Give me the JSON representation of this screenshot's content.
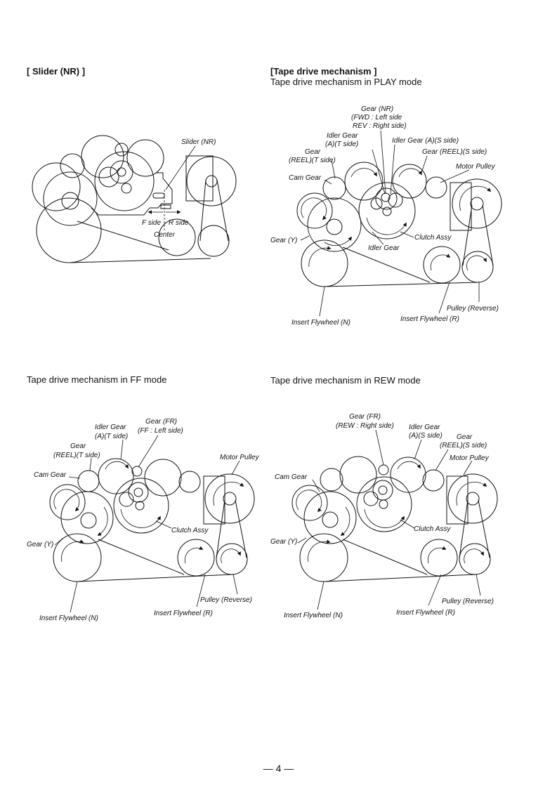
{
  "headings": {
    "slider": "[ Slider (NR) ]",
    "tape_drive": "[Tape drive mechanism ]"
  },
  "captions": {
    "play": "Tape drive mechanism in PLAY mode",
    "ff": "Tape drive mechanism in FF mode",
    "rew": "Tape drive mechanism in REW mode"
  },
  "slider_labels": {
    "slider_nr": "Slider (NR)",
    "f_side": "F side",
    "r_side": "R side",
    "center": "Center"
  },
  "play_labels": {
    "gear_nr_1": "Gear (NR)",
    "gear_nr_2": "(FWD : Left side",
    "gear_nr_3": "REV : Right side)",
    "idler_t_1": "Idler Gear",
    "idler_t_2": "(A)(T side)",
    "idler_s": "Idler Gear (A)(S side)",
    "gear_reel_t_1": "Gear",
    "gear_reel_t_2": "(REEL)(T side)",
    "gear_reel_s": "Gear (REEL)(S side)",
    "motor_pulley": "Motor Pulley",
    "cam_gear": "Cam Gear",
    "gear_y": "Gear (Y)",
    "clutch_assy": "Clutch Assy",
    "idler_gear": "Idler Gear",
    "pulley_reverse": "Pulley (Reverse)",
    "insert_flywheel_r": "Insert Flywheel (R)",
    "insert_flywheel_n": "Insert Flywheel (N)"
  },
  "ff_labels": {
    "gear_fr_1": "Gear (FR)",
    "gear_fr_2": "(FF : Left side)",
    "idler_1": "Idler Gear",
    "idler_2": "(A)(T side)",
    "gear_reel_1": "Gear",
    "gear_reel_2": "(REEL)(T side)",
    "motor_pulley": "Motor Pulley",
    "cam_gear": "Cam Gear",
    "gear_y": "Gear (Y)",
    "clutch_assy": "Clutch Assy",
    "pulley_reverse": "Pulley (Reverse)",
    "insert_flywheel_r": "Insert Flywheel (R)",
    "insert_flywheel_n": "Insert Flywheel (N)"
  },
  "rew_labels": {
    "gear_fr_1": "Gear (FR)",
    "gear_fr_2": "(REW : Right side)",
    "idler_1": "Idler Gear",
    "idler_2": "(A)(S side)",
    "gear_reel_1": "Gear",
    "gear_reel_2": "(REEL)(S side)",
    "motor_pulley": "Motor Pulley",
    "cam_gear": "Cam Gear",
    "gear_y": "Gear (Y)",
    "clutch_assy": "Clutch Assy",
    "pulley_reverse": "Pulley (Reverse)",
    "insert_flywheel_r": "Insert Flywheel (R)",
    "insert_flywheel_n": "Insert Flywheel (N)"
  },
  "page_number": "— 4 —"
}
